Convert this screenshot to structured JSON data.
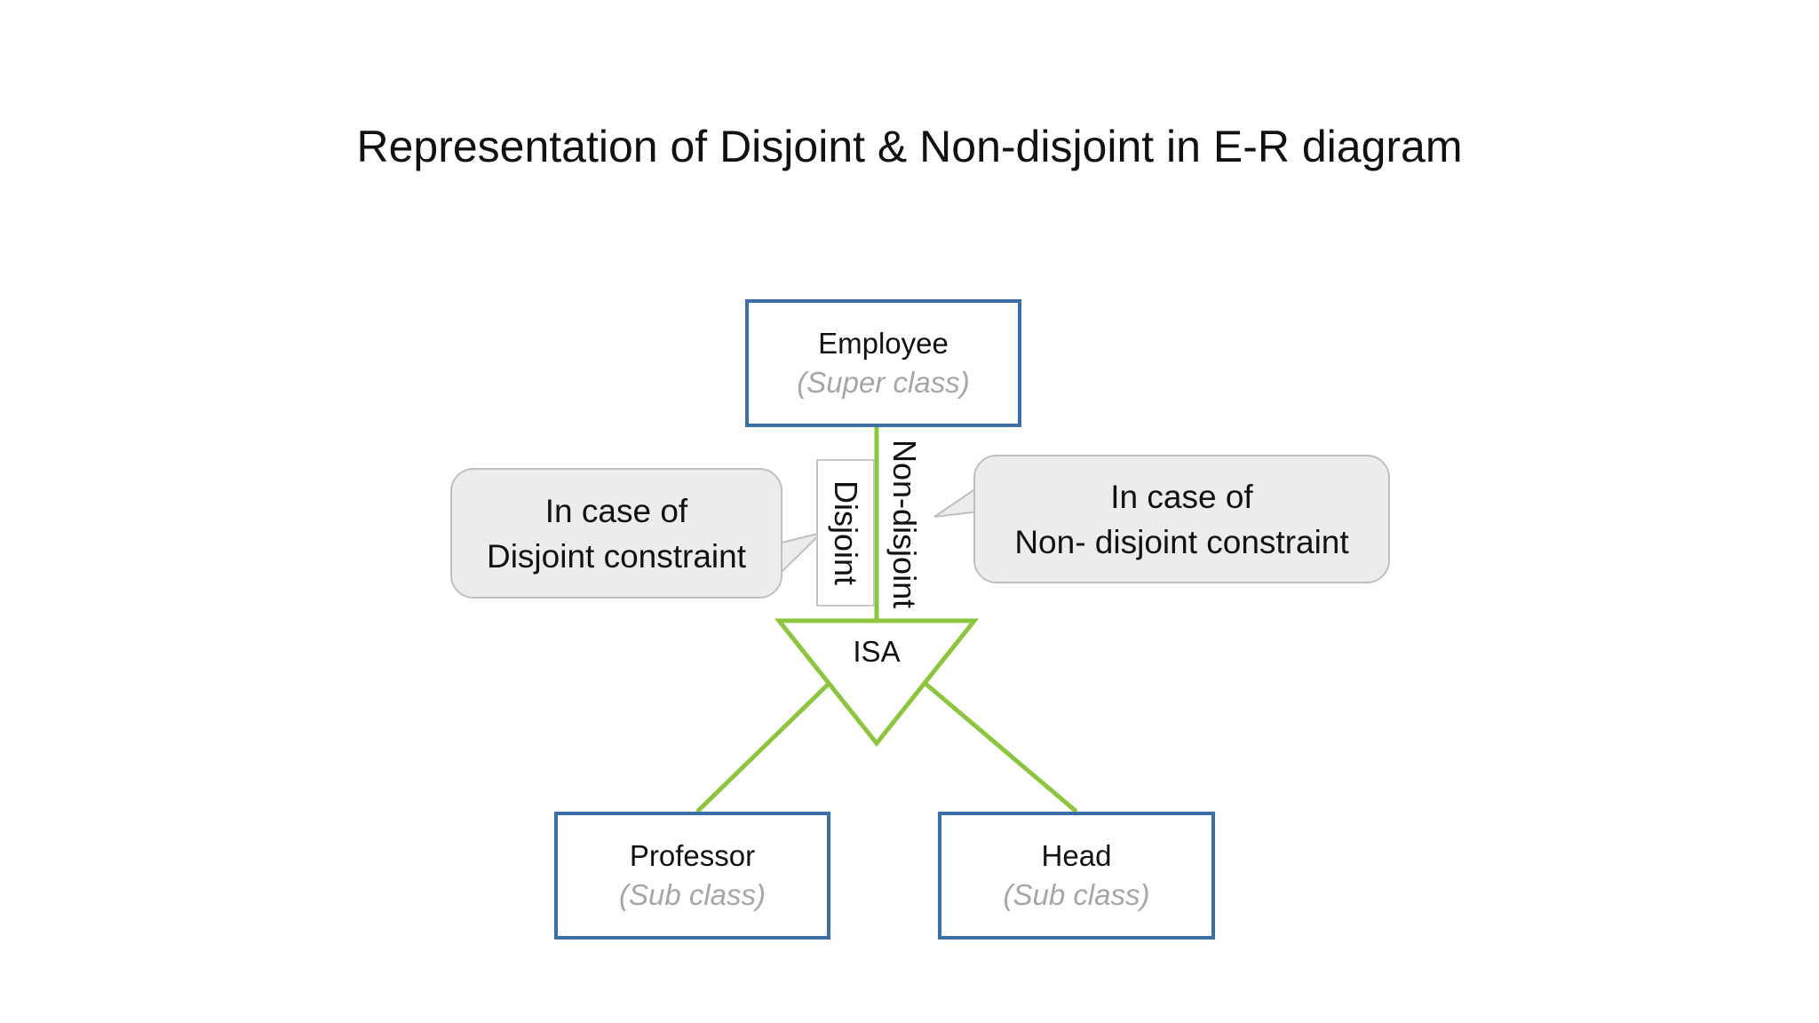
{
  "title": "Representation of Disjoint & Non-disjoint in E-R diagram",
  "colors": {
    "entity_border": "#3b6fa5",
    "connector": "#8cc63f",
    "callout_fill": "#ececec",
    "subtitle_text": "#a6a6a6"
  },
  "superclass": {
    "name": "Employee",
    "role": "(Super class)"
  },
  "subclasses": [
    {
      "name": "Professor",
      "role": "(Sub class)"
    },
    {
      "name": "Head",
      "role": "(Sub class)"
    }
  ],
  "isa": {
    "label": "ISA"
  },
  "constraint_labels": {
    "disjoint": "Disjoint",
    "non_disjoint": "Non-disjoint"
  },
  "callouts": {
    "disjoint": {
      "line1": "In case of",
      "line2": "Disjoint constraint"
    },
    "non_disjoint": {
      "line1": "In case of",
      "line2": "Non- disjoint constraint"
    }
  }
}
